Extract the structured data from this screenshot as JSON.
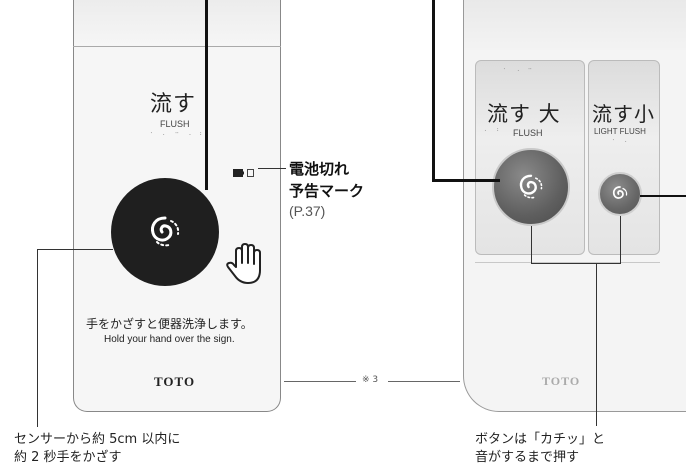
{
  "left_unit": {
    "title_jp": "流す",
    "title_en": "FLUSH",
    "instruction_jp": "手をかざすと便器洗浄します。",
    "instruction_en": "Hold your hand over the sign.",
    "brand": "TOTO"
  },
  "battery_callout": {
    "label_line1": "電池切れ",
    "label_line2": "予告マーク",
    "page_ref": "(P.37)"
  },
  "center_note": "※ 3",
  "right_unit": {
    "big_button_label_jp": "流す 大",
    "big_button_label_en": "FLUSH",
    "small_button_label_jp": "流す小",
    "small_button_label_en": "LIGHT FLUSH",
    "brand": "TOTO"
  },
  "captions": {
    "left_line1": "センサーから約 5cm 以内に",
    "left_line2": "約 2 秒手をかざす",
    "right_line1": "ボタンは「カチッ」と",
    "right_line2": "音がするまで押す"
  }
}
